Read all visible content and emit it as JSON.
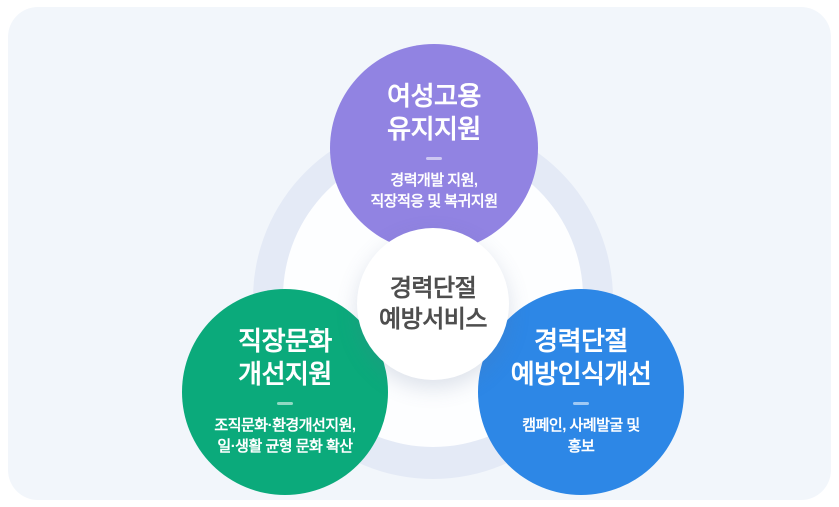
{
  "diagram": {
    "background": {
      "page_color": "#FFFFFF",
      "panel_color": "#F2F6FB",
      "ring_color": "#E4EAF6",
      "disc_color": "#FDFEFF"
    },
    "hub": {
      "title": "경력단절\n예방서비스",
      "text_color": "#4E4E4E",
      "fill": "#FFFFFF"
    },
    "nodes": [
      {
        "id": "top",
        "title": "여성고용\n유지지원",
        "desc": "경력개발 지원,\n직장적응 및 복귀지원",
        "fill": "#9183E2",
        "text_color": "#FFFFFF"
      },
      {
        "id": "left",
        "title": "직장문화\n개선지원",
        "desc": "조직문화·환경개선지원,\n일·생활 균형 문화 확산",
        "fill": "#0BAA7B",
        "text_color": "#FFFFFF"
      },
      {
        "id": "right",
        "title": "경력단절\n예방인식개선",
        "desc": "캠페인, 사례발굴 및\n홍보",
        "fill": "#2D87E6",
        "text_color": "#FFFFFF"
      }
    ]
  }
}
